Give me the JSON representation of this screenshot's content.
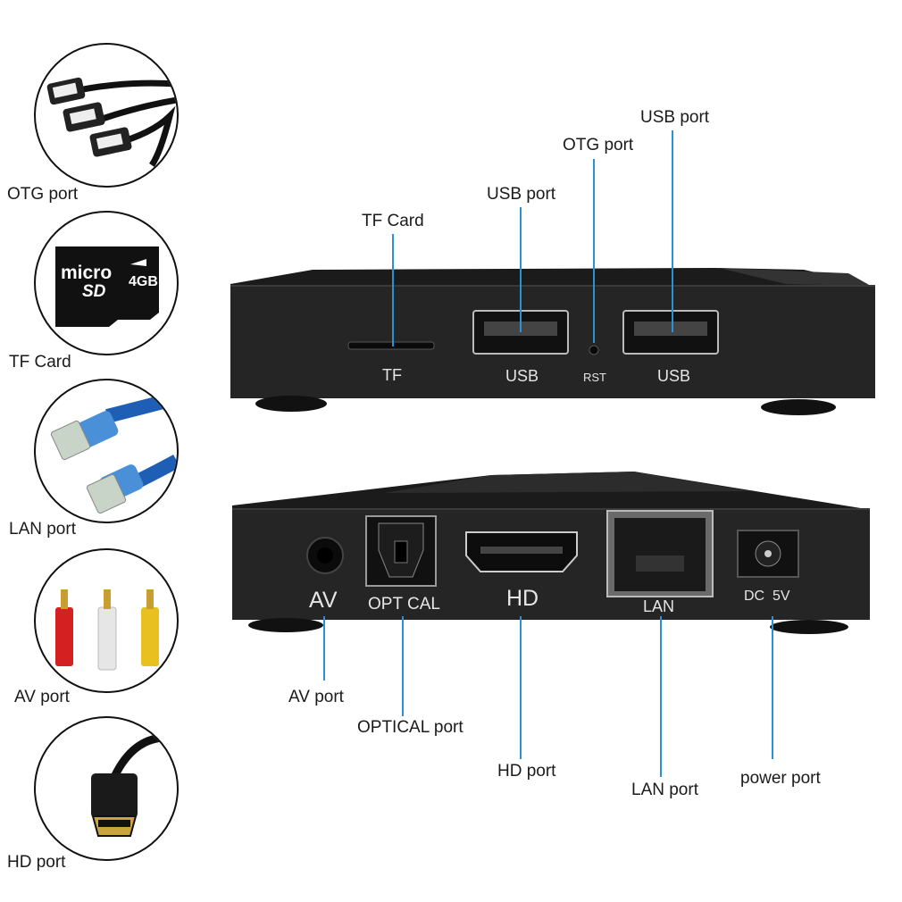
{
  "left_column": {
    "otg": {
      "label": "OTG port",
      "icon": "otg-cable-icon"
    },
    "tf": {
      "label": "TF Card",
      "card_brand_1": "micro",
      "card_brand_2": "SD",
      "card_capacity": "4GB",
      "icon": "microsd-card-icon"
    },
    "lan": {
      "label": "LAN port",
      "icon": "ethernet-cable-icon"
    },
    "av": {
      "label": "AV port",
      "icon": "rca-cable-icon"
    },
    "hd": {
      "label": "HD port",
      "icon": "hdmi-cable-icon"
    }
  },
  "top_panel": {
    "callouts": {
      "tf_card": "TF Card",
      "usb_port_left": "USB port",
      "otg_port": "OTG port",
      "usb_port_right": "USB port"
    },
    "printed": {
      "tf": "TF",
      "usb_left": "USB",
      "rst": "RST",
      "usb_right": "USB"
    }
  },
  "bottom_panel": {
    "callouts": {
      "av_port": "AV port",
      "optical_port": "OPTICAL port",
      "hd_port": "HD port",
      "lan_port": "LAN port",
      "power_port": "power port"
    },
    "printed": {
      "av": "AV",
      "optical": "OPT CAL",
      "hd": "HD",
      "lan": "LAN",
      "dc": "DC  5V"
    }
  },
  "colors": {
    "leader_line": "#2d8fd6",
    "device_body": "#1b1b1b",
    "device_face": "#262626"
  }
}
